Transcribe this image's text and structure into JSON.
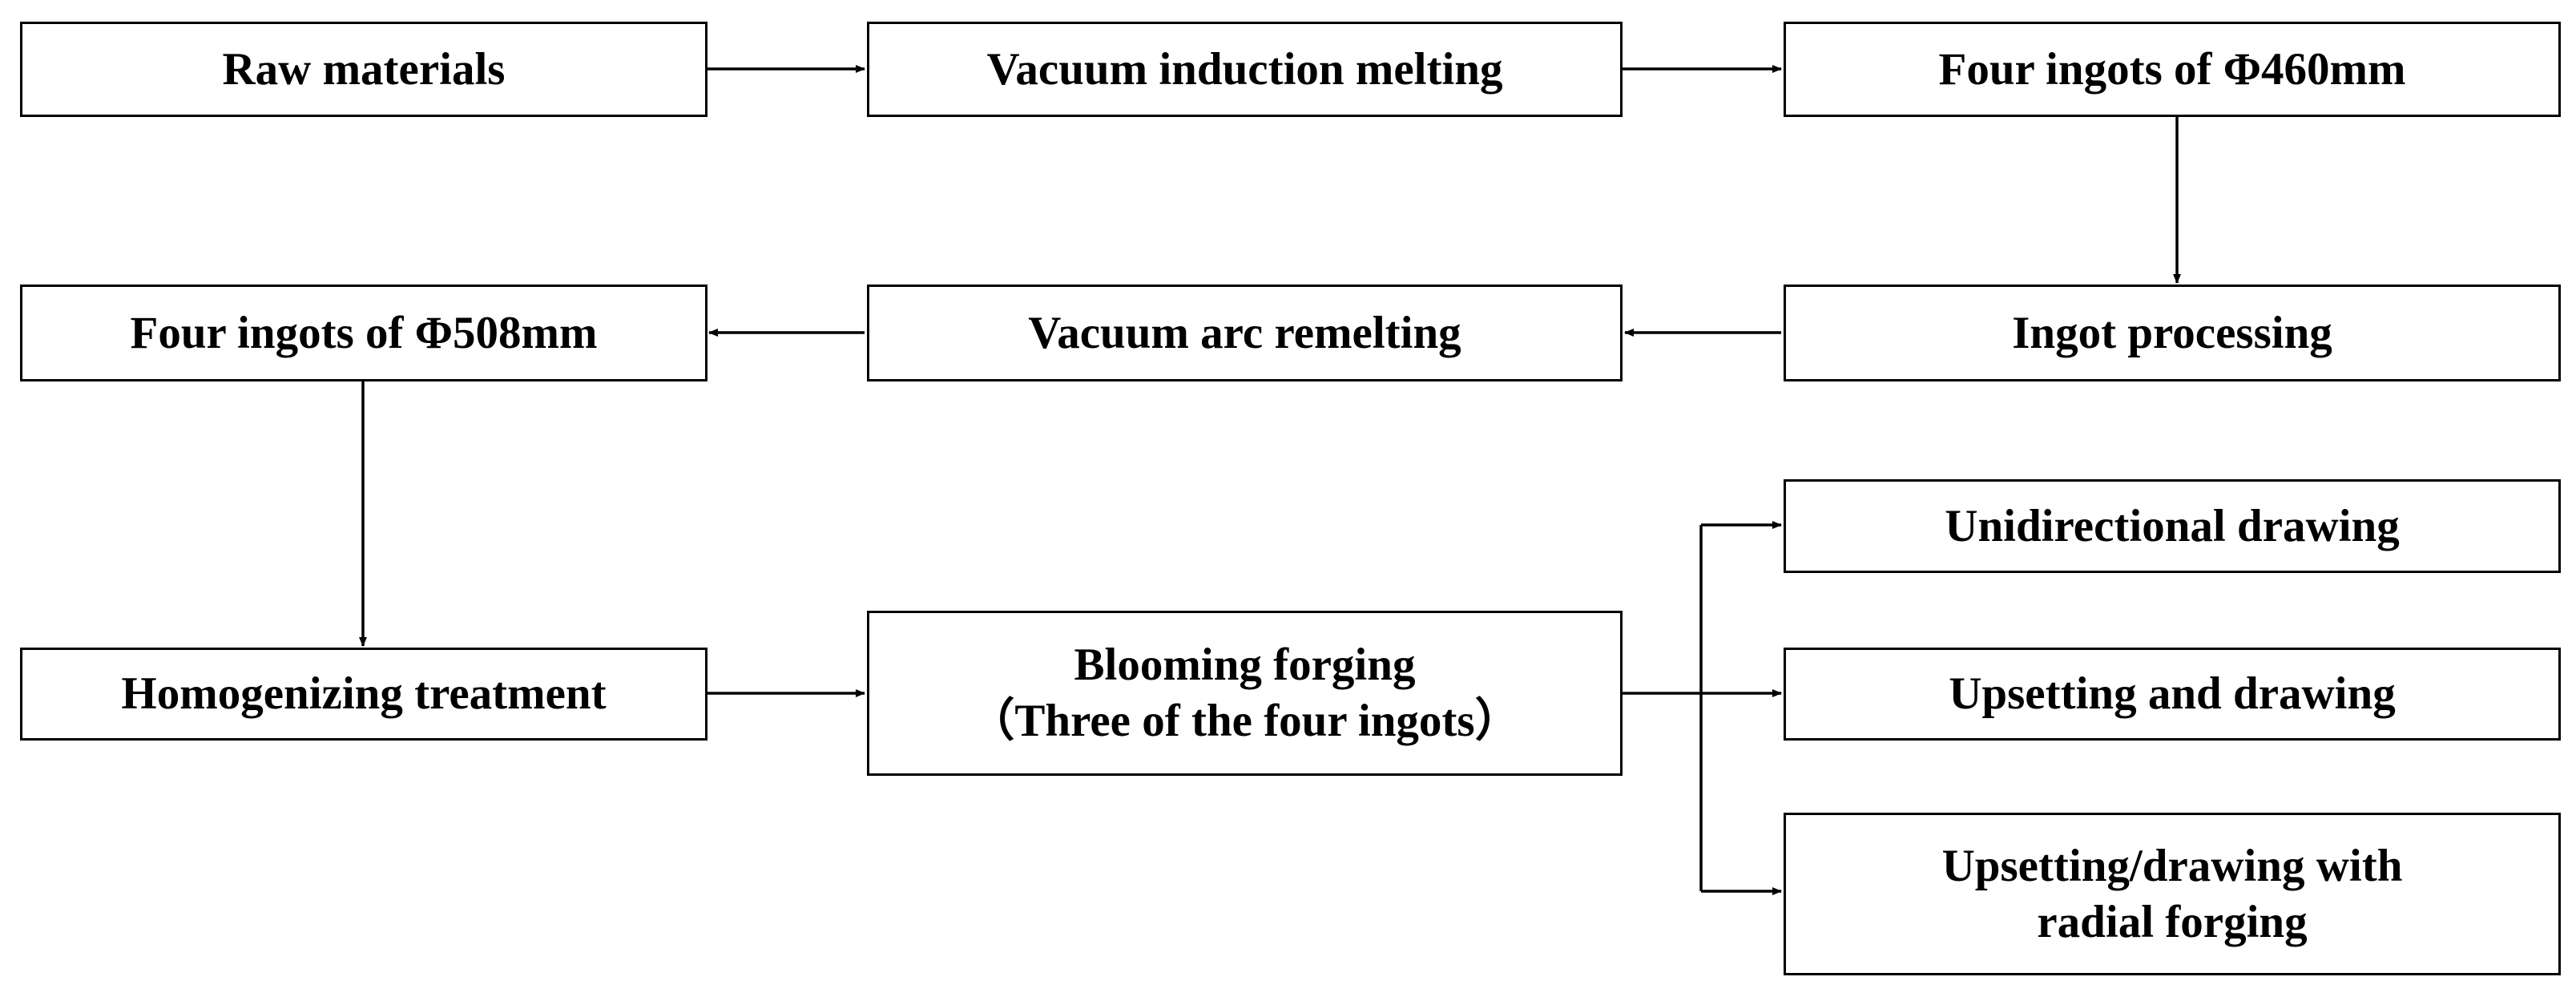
{
  "nodes": {
    "raw_materials": "Raw materials",
    "vacuum_induction_melting": "Vacuum induction melting",
    "four_ingots_460": "Four ingots of Φ460mm",
    "ingot_processing": "Ingot processing",
    "vacuum_arc_remelting": "Vacuum arc remelting",
    "four_ingots_508": "Four ingots of Φ508mm",
    "homogenizing_treatment": "Homogenizing treatment",
    "blooming_forging_line1": "Blooming forging",
    "blooming_forging_line2": "（Three of the four ingots）",
    "unidirectional_drawing": "Unidirectional drawing",
    "upsetting_and_drawing": "Upsetting and drawing",
    "upsetting_radial_line1": "Upsetting/drawing with",
    "upsetting_radial_line2": "radial forging"
  }
}
